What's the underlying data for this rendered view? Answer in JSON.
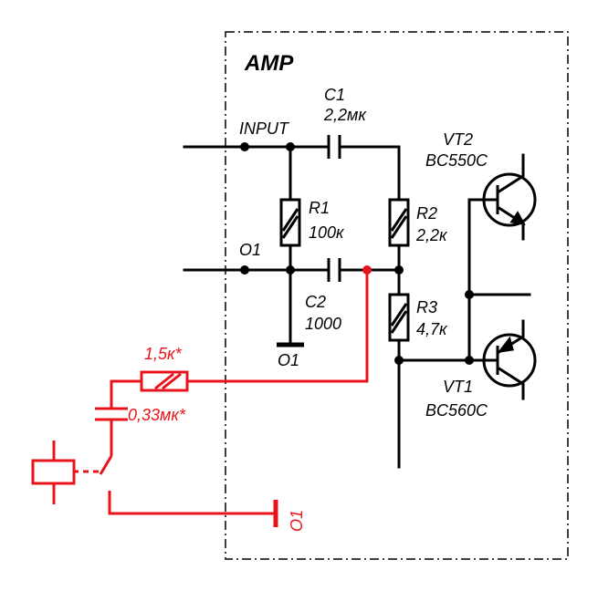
{
  "colors": {
    "black_wire": "#000000",
    "red_wire": "#e8141b",
    "background": "#ffffff"
  },
  "block": {
    "title": "AMP"
  },
  "labels": {
    "input": "INPUT",
    "o1_left": "O1",
    "o1_ground": "O1",
    "o1_red": "O1"
  },
  "components": {
    "c1": {
      "name": "C1",
      "value": "2,2мк"
    },
    "c2": {
      "name": "C2",
      "value": "1000"
    },
    "r1": {
      "name": "R1",
      "value": "100к"
    },
    "r2": {
      "name": "R2",
      "value": "2,2к"
    },
    "r3": {
      "name": "R3",
      "value": "4,7к"
    },
    "vt1": {
      "name": "VT1",
      "value": "BC560C"
    },
    "vt2": {
      "name": "VT2",
      "value": "BC550C"
    },
    "r_added": {
      "value": "1,5к*"
    },
    "c_added": {
      "value": "0,33мк*"
    }
  }
}
